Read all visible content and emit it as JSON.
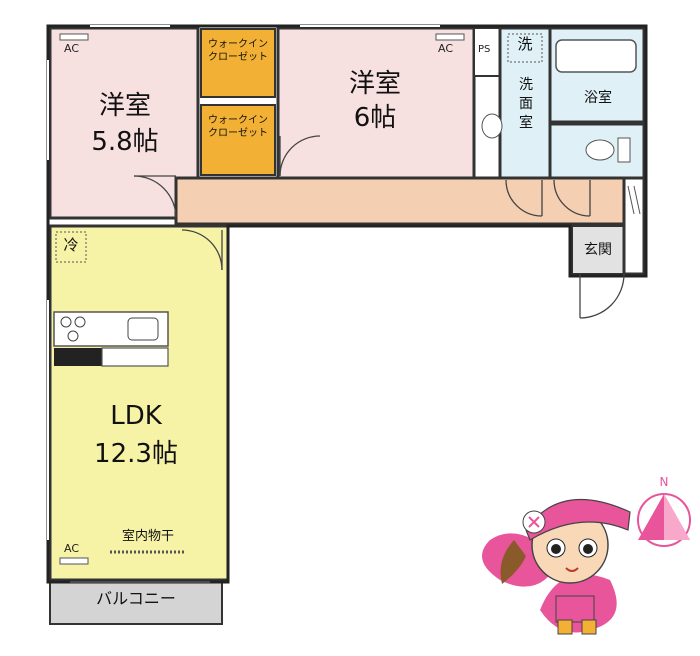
{
  "rooms": {
    "western1": {
      "name": "洋室",
      "size": "5.8帖",
      "ac": "AC"
    },
    "western2": {
      "name": "洋室",
      "size": "6帖",
      "ac": "AC"
    },
    "ldk": {
      "name": "LDK",
      "size": "12.3帖",
      "ac": "AC"
    },
    "walkin1": "ウォークイン\nクローゼット",
    "walkin2": "ウォークイン\nクローゼット",
    "ps": "PS",
    "washer": "洗",
    "washroom": "洗\n面\n室",
    "bathroom": "浴室",
    "entrance": "玄関",
    "fridge": "冷",
    "indoor_dry": "室内物干",
    "balcony": "バルコニー"
  },
  "compass": {
    "label": "N"
  },
  "colors": {
    "western": "#f7e0e0",
    "ldk": "#f6f2a6",
    "hall": "#f5cfb2",
    "wic": "#f2b134",
    "wet": "#dff1f6",
    "balcony": "#d4d4d4",
    "wall": "#333333",
    "mascot_pink": "#e8559a"
  }
}
